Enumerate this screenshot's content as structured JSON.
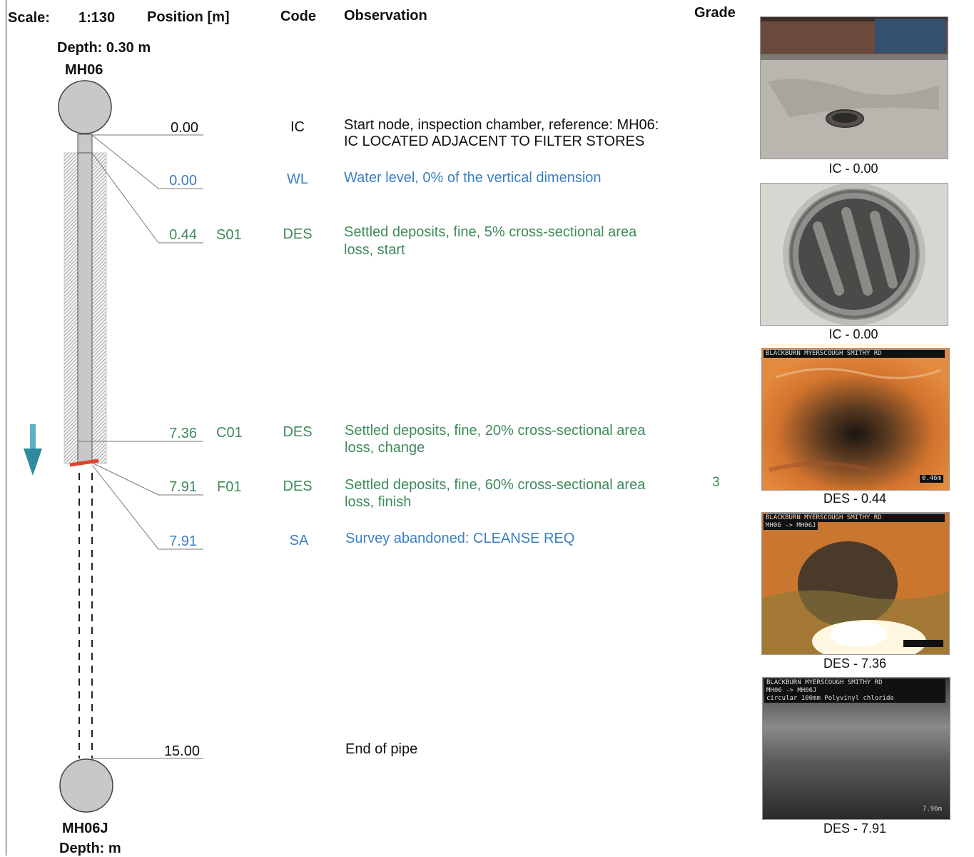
{
  "header": {
    "scale_label": "Scale:",
    "scale_value": "1:130",
    "position_label": "Position [m]",
    "code_label": "Code",
    "observation_label": "Observation",
    "grade_label": "Grade"
  },
  "start_node": {
    "depth": "Depth: 0.30 m",
    "name": "MH06"
  },
  "end_node": {
    "name": "MH06J",
    "depth": "Depth: m"
  },
  "observations": [
    {
      "position": "0.00",
      "clock": "",
      "code": "IC",
      "line1": "Start node, inspection chamber, reference: MH06:",
      "line2": "IC LOCATED ADJACENT TO FILTER STORES",
      "grade": ""
    },
    {
      "position": "0.00",
      "clock": "",
      "code": "WL",
      "line1": "Water level, 0% of the vertical dimension",
      "line2": "",
      "grade": ""
    },
    {
      "position": "0.44",
      "clock": "S01",
      "code": "DES",
      "line1": "Settled deposits, fine, 5% cross-sectional area",
      "line2": "loss, start",
      "grade": ""
    },
    {
      "position": "7.36",
      "clock": "C01",
      "code": "DES",
      "line1": "Settled deposits, fine, 20% cross-sectional area",
      "line2": "loss, change",
      "grade": ""
    },
    {
      "position": "7.91",
      "clock": "F01",
      "code": "DES",
      "line1": "Settled deposits, fine, 60% cross-sectional area",
      "line2": "loss, finish",
      "grade": "3"
    },
    {
      "position": "7.91",
      "clock": "",
      "code": "SA",
      "line1": "Survey abandoned: CLEANSE REQ",
      "line2": "",
      "grade": ""
    },
    {
      "position": "15.00",
      "clock": "",
      "code": "",
      "line1": "End of pipe",
      "line2": "",
      "grade": ""
    }
  ],
  "photos": [
    {
      "caption": "IC - 0.00",
      "scene": "manhole-surface-photo"
    },
    {
      "caption": "IC - 0.00",
      "scene": "manhole-interior-photo"
    },
    {
      "caption": "DES - 0.44",
      "scene": "pipe-cctv-orange",
      "osd1": "BLACKBURN MYERSCOUGH SMITHY RD",
      "osd_meter": "0.46m"
    },
    {
      "caption": "DES - 7.36",
      "scene": "pipe-cctv-deposits",
      "osd1": "BLACKBURN MYERSCOUGH SMITHY RD",
      "osd2": "MH06 -> MH06J"
    },
    {
      "caption": "DES - 7.91",
      "scene": "pipe-cctv-dark",
      "osd1": "BLACKBURN MYERSCOUGH SMITHY RD",
      "osd2": "MH06 -> MH06J",
      "osd3": "circular 100mm Polyvinyl chloride",
      "osd_meter": "7.96m"
    }
  ],
  "colors": {
    "black_text": "#111111",
    "blue_text": "#3a7fc2",
    "green_text": "#3f8a5a",
    "pipe_fill": "#c8c8c8",
    "flow_arrow": "#2f8aa0",
    "defect_mark": "#e0452a"
  }
}
